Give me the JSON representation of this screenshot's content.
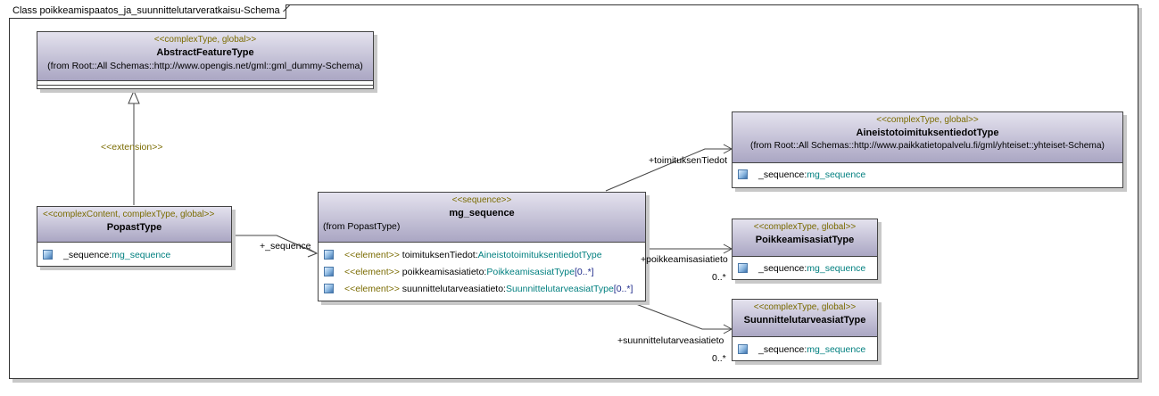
{
  "diagram": {
    "title": "Class poikkeamispaatos_ja_suunnittelutarveratkaisu-Schema"
  },
  "classes": {
    "abstract_feature_type": {
      "stereotype": "<<complexType, global>>",
      "name": "AbstractFeatureType",
      "origin": "(from Root::All Schemas::http://www.opengis.net/gml::gml_dummy-Schema)"
    },
    "popast_type": {
      "stereotype": "<<complexContent, complexType, global>>",
      "name": "PopastType",
      "attribute": {
        "name": "_sequence:",
        "type": "mg_sequence"
      }
    },
    "mg_sequence": {
      "stereotype": "<<sequence>>",
      "name": "mg_sequence",
      "origin": "(from PopastType)",
      "elements": [
        {
          "stereotype": "<<element>>",
          "name": " toimituksenTiedot:",
          "type": "AineistotoimituksentiedotType",
          "mult": ""
        },
        {
          "stereotype": "<<element>>",
          "name": " poikkeamisasiatieto:",
          "type": "PoikkeamisasiatType",
          "mult": "[0..*]"
        },
        {
          "stereotype": "<<element>>",
          "name": " suunnittelutarveasiatieto:",
          "type": "SuunnittelutarveasiatType",
          "mult": "[0..*]"
        }
      ]
    },
    "aineistotoimitus_type": {
      "stereotype": "<<complexType, global>>",
      "name": "AineistotoimituksentiedotType",
      "origin": "(from Root::All Schemas::http://www.paikkatietopalvelu.fi/gml/yhteiset::yhteiset-Schema)",
      "attribute": {
        "name": "_sequence:",
        "type": "mg_sequence"
      }
    },
    "poikkeamisasiat_type": {
      "stereotype": "<<complexType, global>>",
      "name": "PoikkeamisasiatType",
      "attribute": {
        "name": "_sequence:",
        "type": "mg_sequence"
      }
    },
    "suunnittelutarveasiat_type": {
      "stereotype": "<<complexType, global>>",
      "name": "SuunnittelutarveasiatType",
      "attribute": {
        "name": "_sequence:",
        "type": "mg_sequence"
      }
    }
  },
  "connectors": {
    "extension_label": "<<extension>>",
    "sequence_role": "+_sequence",
    "toimitus_role": "+toimituksenTiedot",
    "poikkeamis_role": "+poikkeamisasiatieto",
    "poikkeamis_mult": "0..*",
    "suunnittelu_role": "+suunnittelutarveasiatieto",
    "suunnittelu_mult": "0..*"
  }
}
